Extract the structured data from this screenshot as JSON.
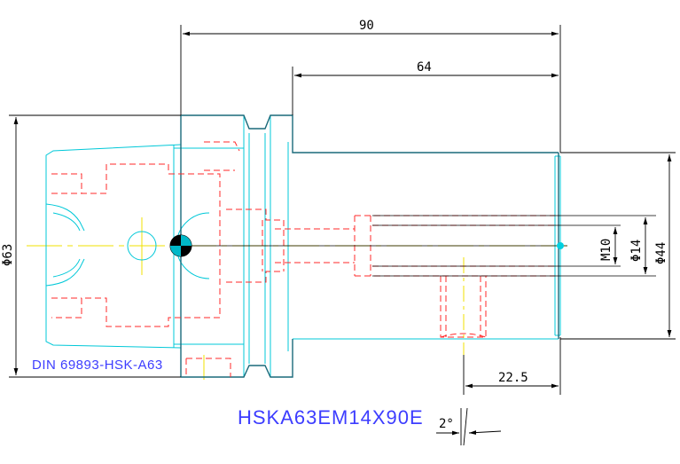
{
  "drawing": {
    "part_number": "HSKA63EM14X90E",
    "standard": "DIN 69893-HSK-A63",
    "colors": {
      "outline": "#1a6a7a",
      "body": "#00c8d8",
      "hidden": "#ff2a2a",
      "center": "#f0e000",
      "dimension": "#000000",
      "label": "#3d3dff"
    },
    "dimensions": {
      "overall_length": "90",
      "projection_length": "64",
      "flange_diameter": "Φ63",
      "body_diameter": "Φ44",
      "bore_diameter": "Φ14",
      "thread": "M10",
      "thread_depth": "22.5",
      "taper_angle": "2°"
    }
  }
}
